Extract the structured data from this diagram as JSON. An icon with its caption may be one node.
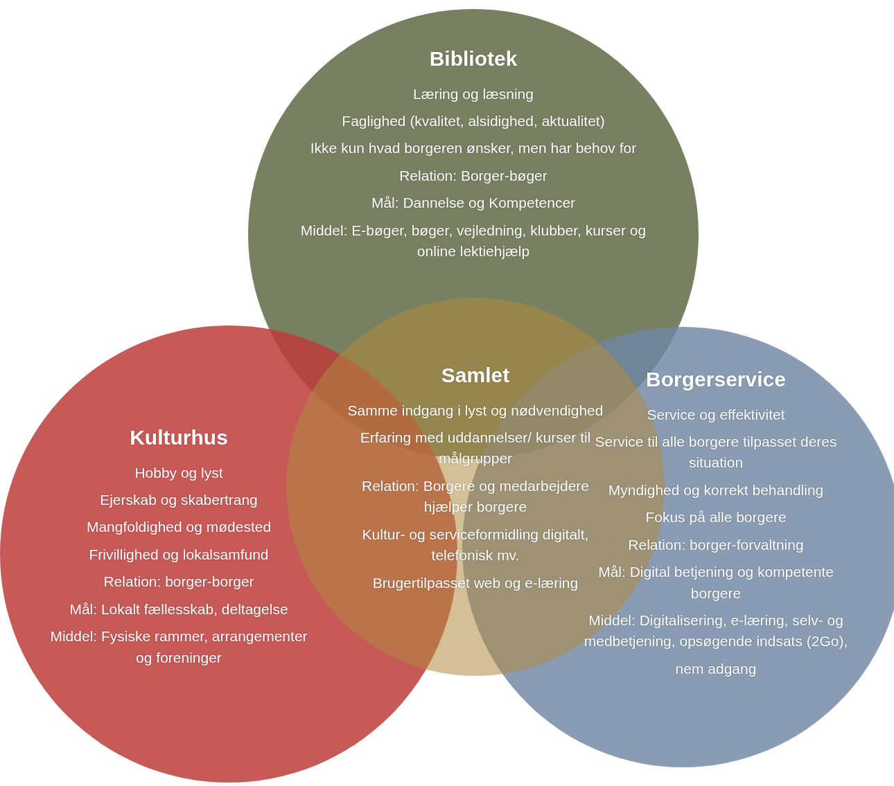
{
  "diagram": {
    "nodes": [
      {
        "text": [
          "Bibliotek",
          "Læring og læsning",
          "Faglighed (kvalitet, alsidighed, aktualitet)",
          "Ikke kun hvad borgeren ønsker, men har behov for",
          "Relation: Borger-bøger",
          "Mål: Dannelse og Kompetencer",
          "Middel: E-bøger, bøger, vejledning, klubber, kurser og online lektiehjælp"
        ]
      },
      {
        "text": [
          "Samlet",
          "Samme indgang i lyst og nødvendighed",
          "Erfaring med uddannelser/ kurser til målgrupper",
          "Relation: Borgere og medarbejdere hjælper borgere",
          "Kultur- og serviceformidling digitalt, telefonisk  mv.",
          "Brugertilpasset web og e-læring"
        ]
      },
      {
        "text": [
          "Borgerservice",
          "Service og effektivitet",
          "Service til alle borgere tilpasset deres situation",
          "Myndighed og korrekt behandling",
          "Fokus på alle borgere",
          "Relation: borger-forvaltning",
          "Mål: Digital betjening og kompetente borgere",
          "Middel: Digitalisering, e-læring, selv- og medbetjening, opsøgende indsats (2Go),",
          "nem adgang"
        ]
      },
      {
        "text": [
          "Kulturhus",
          "Hobby og lyst",
          "Ejerskab og skabertrang",
          "Mangfoldighed og mødested",
          "Frivillighed og lokalsamfund",
          "Relation: borger-borger",
          "Mål: Lokalt fællesskab, deltagelse",
          "Middel: Fysiske rammer, arrangementer og foreninger"
        ]
      }
    ]
  }
}
